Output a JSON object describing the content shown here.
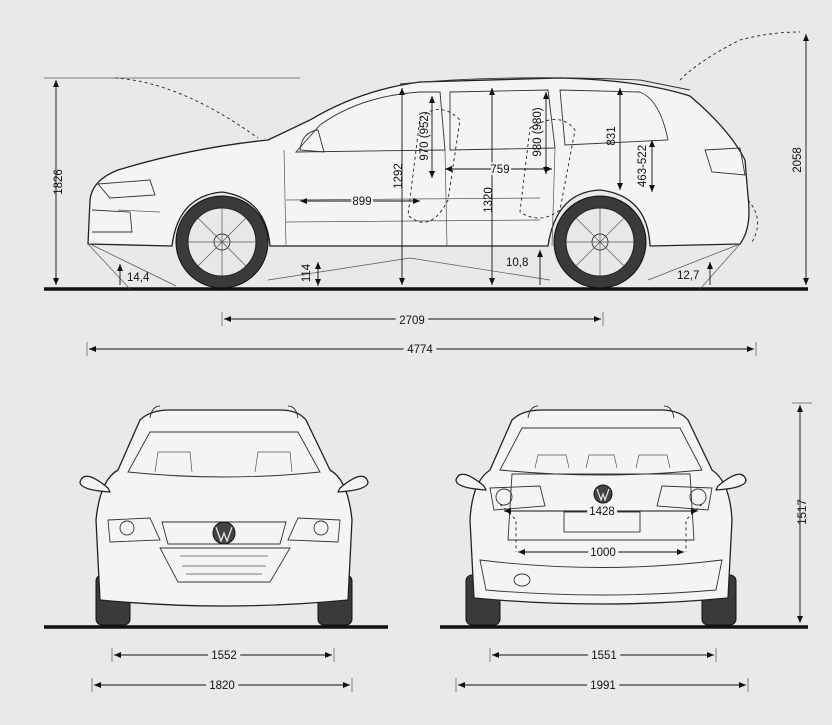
{
  "dimensions": {
    "side": {
      "height_total": "1826",
      "height_open_tailgate": "2058",
      "wheelbase": "2709",
      "length": "4774",
      "approach_angle": "14,4",
      "ground_clearance": "114",
      "ramp_angle": "10,8",
      "departure_angle": "12,7",
      "front_headroom": "970 (952)",
      "rear_headroom": "980 (980)",
      "interior_height": "1292",
      "load_height": "1320",
      "load_opening_height": "831",
      "loadsill_height": "463-522",
      "front_legroom": "899",
      "rear_legroom": "759"
    },
    "front": {
      "track": "1552",
      "width": "1820"
    },
    "rear": {
      "load_width": "1428",
      "load_width_between_arches": "1000",
      "track": "1551",
      "width_with_mirrors": "1991",
      "height": "1517"
    }
  },
  "icons": {
    "arrow": "dimension-arrow",
    "logo": "vw-logo"
  }
}
